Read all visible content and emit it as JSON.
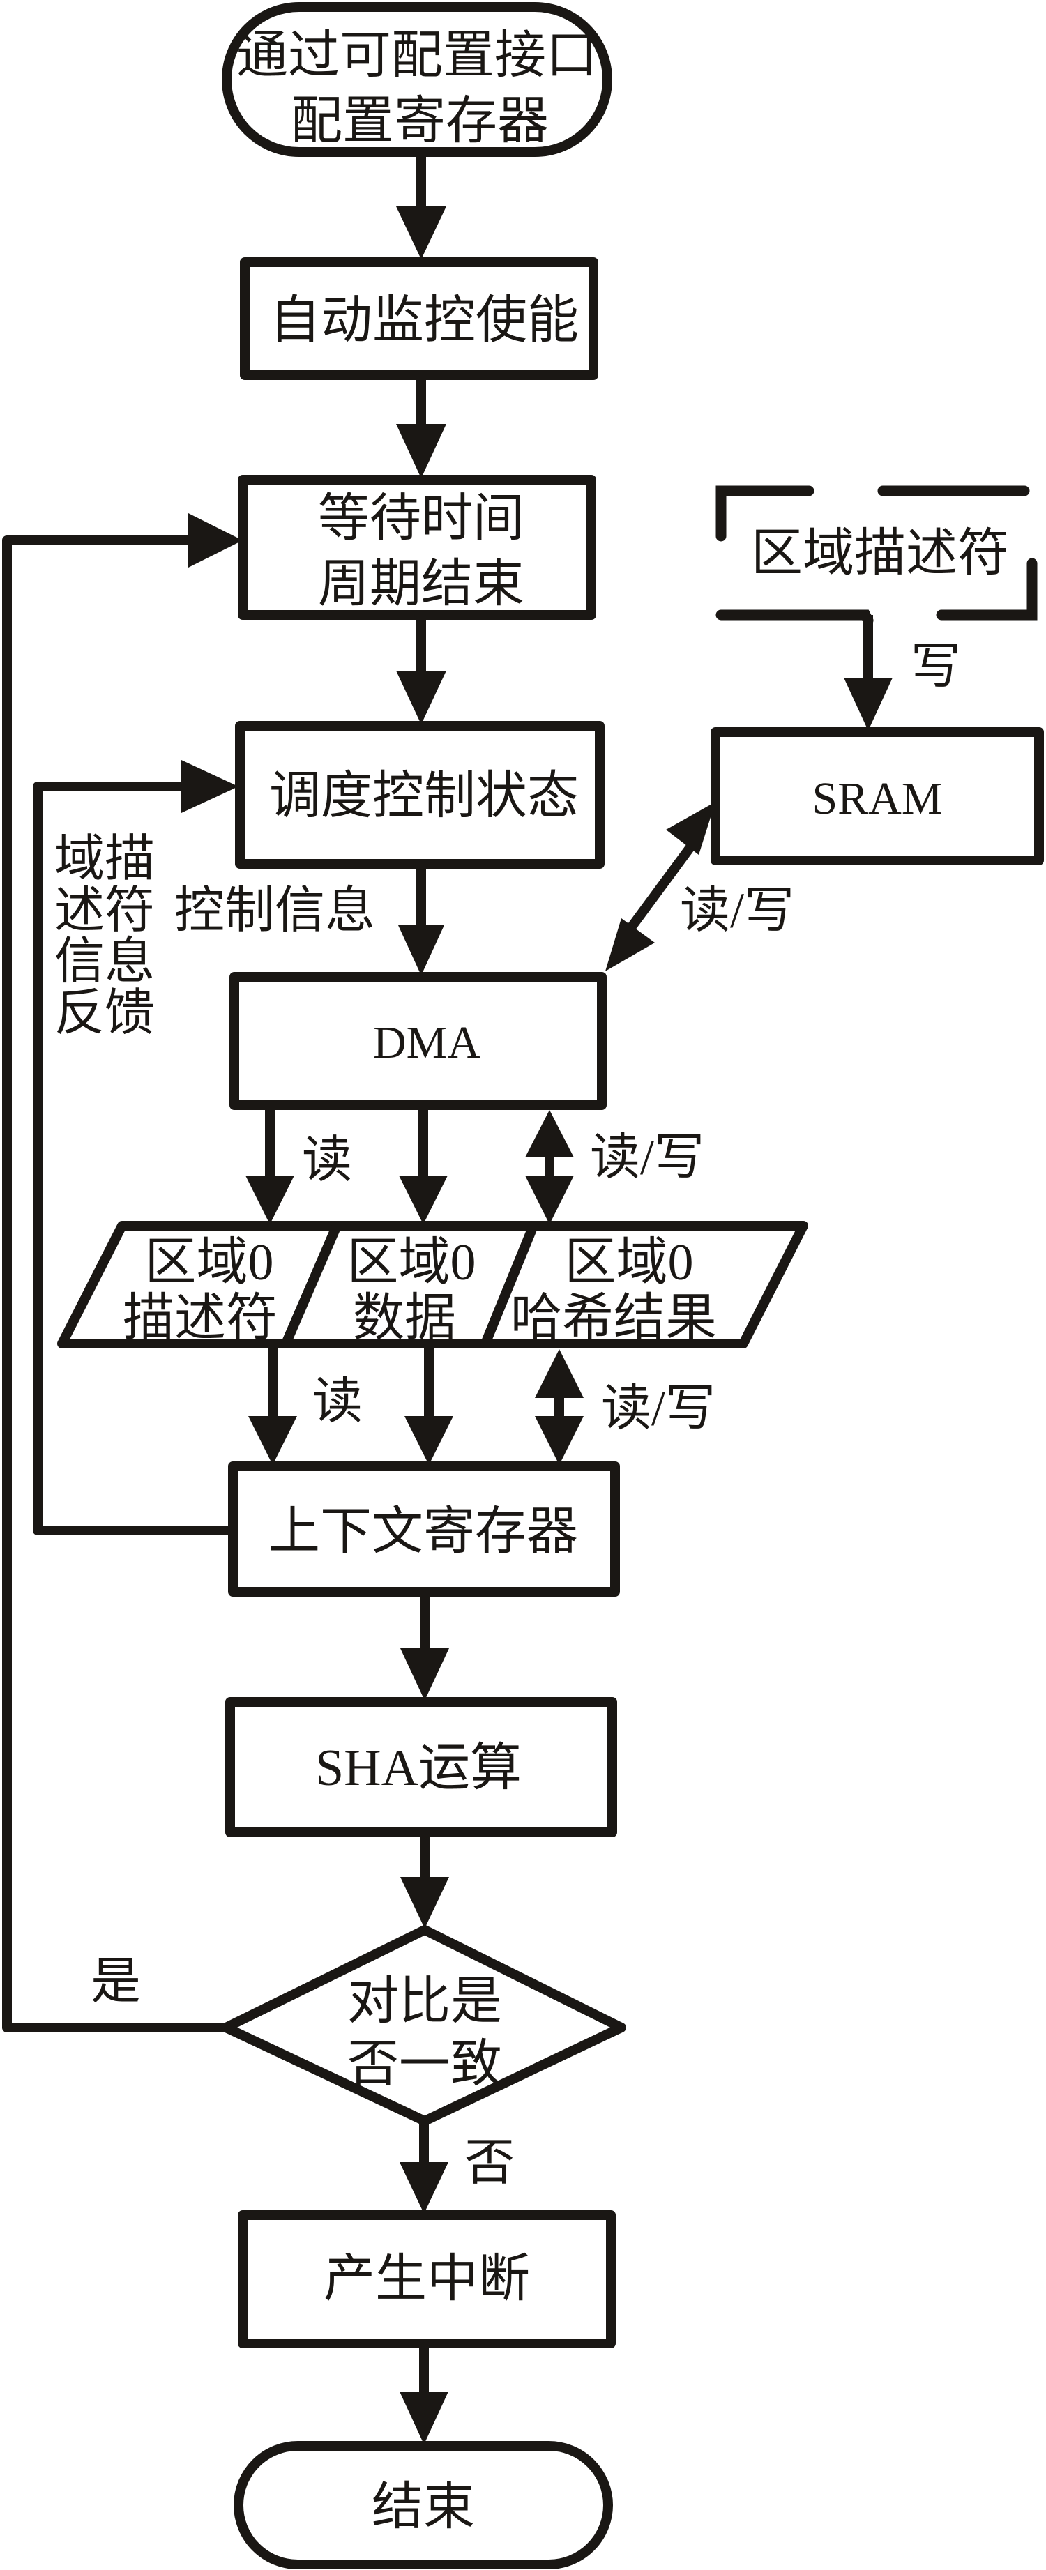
{
  "diagram": {
    "type": "flowchart",
    "colors": {
      "stroke": "#1a1714",
      "fill": "#ffffff",
      "text": "#1a1714"
    },
    "nodes": {
      "start": {
        "shape": "terminator",
        "lines": [
          "通过可配置接口",
          "配置寄存器"
        ]
      },
      "auto_monitor": {
        "shape": "process",
        "lines": [
          "自动监控使能"
        ]
      },
      "wait_period": {
        "shape": "process",
        "lines": [
          "等待时间",
          "周期结束"
        ]
      },
      "schedule": {
        "shape": "process",
        "lines": [
          "调度控制状态"
        ]
      },
      "sram": {
        "shape": "process",
        "lines": [
          "SRAM"
        ]
      },
      "region_descriptor": {
        "shape": "dashed-bracket",
        "lines": [
          "区域描述符"
        ]
      },
      "dma": {
        "shape": "process",
        "lines": [
          "DMA"
        ]
      },
      "region0_descriptor": {
        "shape": "data",
        "lines": [
          "区域0",
          "描述符"
        ]
      },
      "region0_data": {
        "shape": "data",
        "lines": [
          "区域0",
          "数据"
        ]
      },
      "region0_hash": {
        "shape": "data",
        "lines": [
          "区域0",
          "哈希结果"
        ]
      },
      "context_register": {
        "shape": "process",
        "lines": [
          "上下文寄存器"
        ]
      },
      "sha": {
        "shape": "process",
        "lines": [
          "SHA运算"
        ]
      },
      "compare": {
        "shape": "decision",
        "lines": [
          "对比是",
          "否一致"
        ]
      },
      "interrupt": {
        "shape": "process",
        "lines": [
          "产生中断"
        ]
      },
      "end": {
        "shape": "terminator",
        "lines": [
          "结束"
        ]
      }
    },
    "edge_labels": {
      "write": "写",
      "sram_rw": "读/写",
      "control_info": "控制信息",
      "dma_read": "读",
      "dma_rw": "读/写",
      "region_read": "读",
      "region_rw": "读/写",
      "feedback": [
        "域描",
        "述符",
        "信息",
        "反馈"
      ],
      "yes": "是",
      "no": "否"
    },
    "edges": [
      {
        "from": "start",
        "to": "auto_monitor"
      },
      {
        "from": "auto_monitor",
        "to": "wait_period"
      },
      {
        "from": "wait_period",
        "to": "schedule"
      },
      {
        "from": "region_descriptor",
        "to": "sram",
        "label": "写"
      },
      {
        "from": "sram",
        "to": "dma",
        "label": "读/写",
        "bidirectional": true
      },
      {
        "from": "schedule",
        "to": "dma",
        "label": "控制信息"
      },
      {
        "from": "dma",
        "to": "region0_descriptor",
        "label": "读"
      },
      {
        "from": "dma",
        "to": "region0_data"
      },
      {
        "from": "dma",
        "to": "region0_hash",
        "label": "读/写",
        "bidirectional": true
      },
      {
        "from": "region0_descriptor",
        "to": "context_register",
        "label": "读"
      },
      {
        "from": "region0_data",
        "to": "context_register"
      },
      {
        "from": "region0_hash",
        "to": "context_register",
        "label": "读/写",
        "bidirectional": true
      },
      {
        "from": "context_register",
        "to": "schedule",
        "label": "域描述符信息反馈"
      },
      {
        "from": "context_register",
        "to": "sha"
      },
      {
        "from": "sha",
        "to": "compare"
      },
      {
        "from": "compare",
        "to": "wait_period",
        "label": "是"
      },
      {
        "from": "compare",
        "to": "interrupt",
        "label": "否"
      },
      {
        "from": "interrupt",
        "to": "end"
      }
    ]
  }
}
